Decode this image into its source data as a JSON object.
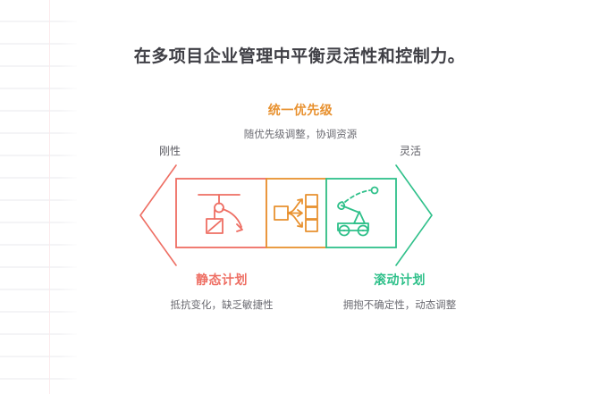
{
  "page": {
    "title": "在多项目企业管理中平衡灵活性和控制力。"
  },
  "diagram": {
    "top": {
      "heading": "统一优先级",
      "description": "随优先级调整，协调资源",
      "color": "#e8912f"
    },
    "axis": {
      "left_label": "刚性",
      "right_label": "灵活"
    },
    "segments": [
      {
        "key": "static",
        "heading": "静态计划",
        "description": "抵抗变化，缺乏敏捷性",
        "color": "#ee6e63",
        "icon": "crane-pulley-icon"
      },
      {
        "key": "unified",
        "heading": "统一优先级",
        "description": "随优先级调整，协调资源",
        "color": "#e8912f",
        "icon": "branching-tasks-icon"
      },
      {
        "key": "rolling",
        "heading": "滚动计划",
        "description": "拥抱不确定性，动态调整",
        "color": "#2fc08a",
        "icon": "catapult-icon"
      }
    ],
    "arrowheads": {
      "left_color": "#ee6e63",
      "right_color": "#2fc08a"
    }
  }
}
